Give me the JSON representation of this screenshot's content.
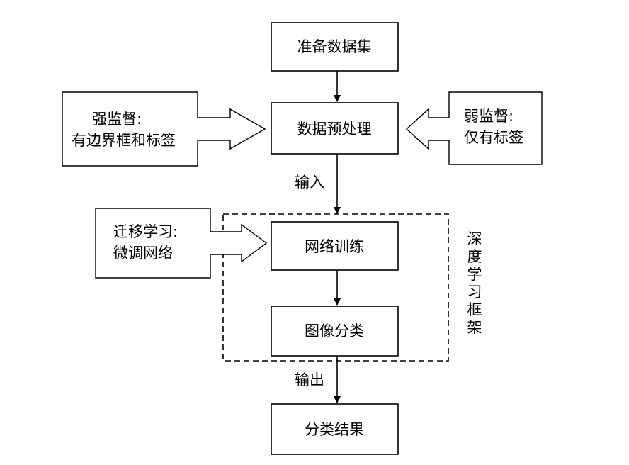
{
  "colors": {
    "stroke": "#000000",
    "background": "#ffffff"
  },
  "flow": {
    "prepare_dataset": "准备数据集",
    "preprocess": "数据预处理",
    "network_training": "网络训练",
    "image_classification": "图像分类",
    "classification_result": "分类结果"
  },
  "edges": {
    "input_label": "输入",
    "output_label": "输出"
  },
  "side_inputs": {
    "strong_supervision": {
      "line1": "强监督:",
      "line2": "有边界框和标签"
    },
    "weak_supervision": {
      "line1": "弱监督:",
      "line2": "仅有标签"
    },
    "transfer_learning": {
      "line1": "迁移学习:",
      "line2": "微调网络"
    }
  },
  "framework": {
    "label_chars": [
      "深",
      "度",
      "学",
      "习",
      "框",
      "架"
    ]
  }
}
